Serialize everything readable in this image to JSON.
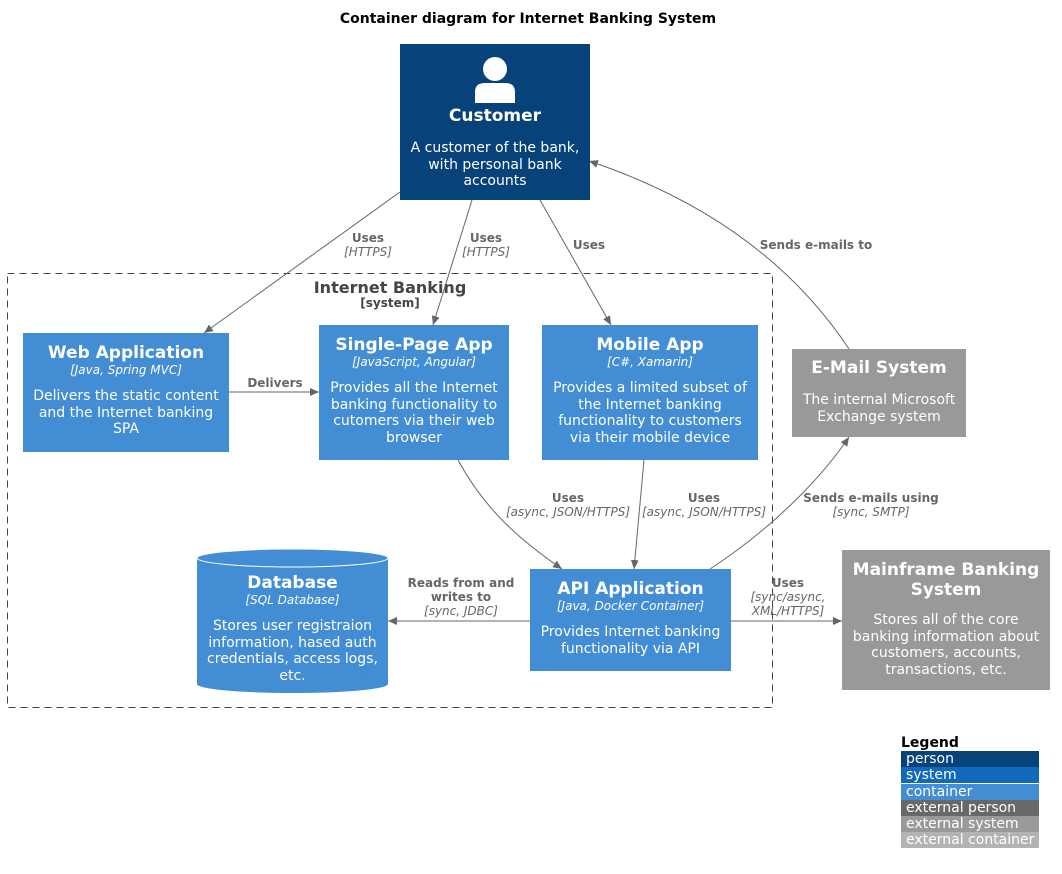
{
  "title": "Container diagram for Internet Banking System",
  "boundary": {
    "name": "Internet Banking",
    "type": "[system]"
  },
  "customer": {
    "name": "Customer",
    "description": "A customer of the bank, with personal bank accounts"
  },
  "web_app": {
    "name": "Web Application",
    "tech": "[Java, Spring MVC]",
    "description": "Delivers the static content and the Internet banking SPA"
  },
  "spa": {
    "name": "Single-Page App",
    "tech": "[JavaScript, Angular]",
    "description": "Provides all the Internet banking functionality to cutomers via their web browser"
  },
  "mobile": {
    "name": "Mobile App",
    "tech": "[C#, Xamarin]",
    "description": "Provides a limited subset of the Internet banking functionality to customers via their mobile device"
  },
  "database": {
    "name": "Database",
    "tech": "[SQL Database]",
    "description": "Stores user registraion information, hased auth credentials, access logs, etc."
  },
  "api": {
    "name": "API Application",
    "tech": "[Java, Docker Container]",
    "description": "Provides Internet banking functionality via API"
  },
  "email": {
    "name": "E-Mail System",
    "description": "The internal Microsoft Exchange system"
  },
  "mainframe": {
    "name": "Mainframe Banking System",
    "description": "Stores all of the core banking information about customers, accounts, transactions, etc."
  },
  "relations": {
    "cust_web": {
      "label": "Uses",
      "tech": "[HTTPS]"
    },
    "cust_spa": {
      "label": "Uses",
      "tech": "[HTTPS]"
    },
    "cust_mobile": {
      "label": "Uses"
    },
    "email_cust": {
      "label": "Sends e-mails to"
    },
    "web_spa": {
      "label": "Delivers"
    },
    "spa_api": {
      "label": "Uses",
      "tech": "[async, JSON/HTTPS]"
    },
    "mobile_api": {
      "label": "Uses",
      "tech": "[async, JSON/HTTPS]"
    },
    "api_email": {
      "label": "Sends e-mails using",
      "tech": "[sync, SMTP]"
    },
    "api_db": {
      "label1": "Reads from and",
      "label2": "writes to",
      "tech": "[sync, JDBC]"
    },
    "api_mainframe": {
      "label": "Uses",
      "tech1": "[sync/async,",
      "tech2": "XML/HTTPS]"
    }
  },
  "legend": {
    "title": "Legend",
    "items": [
      {
        "label": "person",
        "color": "#08427b"
      },
      {
        "label": "system",
        "color": "#1168bd"
      },
      {
        "label": "container",
        "color": "#438dd5"
      },
      {
        "label": "external person",
        "color": "#686868"
      },
      {
        "label": "external system",
        "color": "#999999"
      },
      {
        "label": "external container",
        "color": "#b3b3b3"
      }
    ]
  },
  "colors": {
    "person": "#08427b",
    "container": "#438dd5",
    "external": "#999999",
    "arrow": "#666666"
  }
}
